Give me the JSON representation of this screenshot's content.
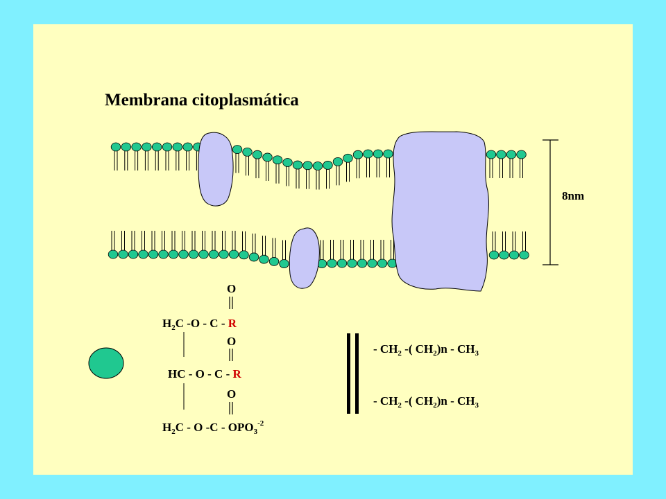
{
  "title": "Membrana citoplasmática",
  "scale_label": "8nm",
  "colors": {
    "background": "#80f0ff",
    "slide": "#ffffc0",
    "lipid_head": "#20c890",
    "protein": "#c8c8f8",
    "r_group": "#d00000"
  },
  "formula": {
    "o_top": "O",
    "o_mid": "O",
    "o_low": "O",
    "row1": {
      "prefix": "H",
      "sub": "2",
      "rest": "C -O - C - ",
      "r": "R"
    },
    "row2": {
      "text": "HC - O - C - ",
      "r": "R"
    },
    "row3": {
      "prefix": "H",
      "sub": "2",
      "rest": "C - O -C - OPO",
      "sub2": "3",
      "sup": "-2"
    }
  },
  "chain": {
    "part_a": "- CH",
    "sub_a": "2",
    "part_b": " -( CH",
    "sub_b": "2",
    "part_c": ")n - CH",
    "sub_c": "3"
  }
}
